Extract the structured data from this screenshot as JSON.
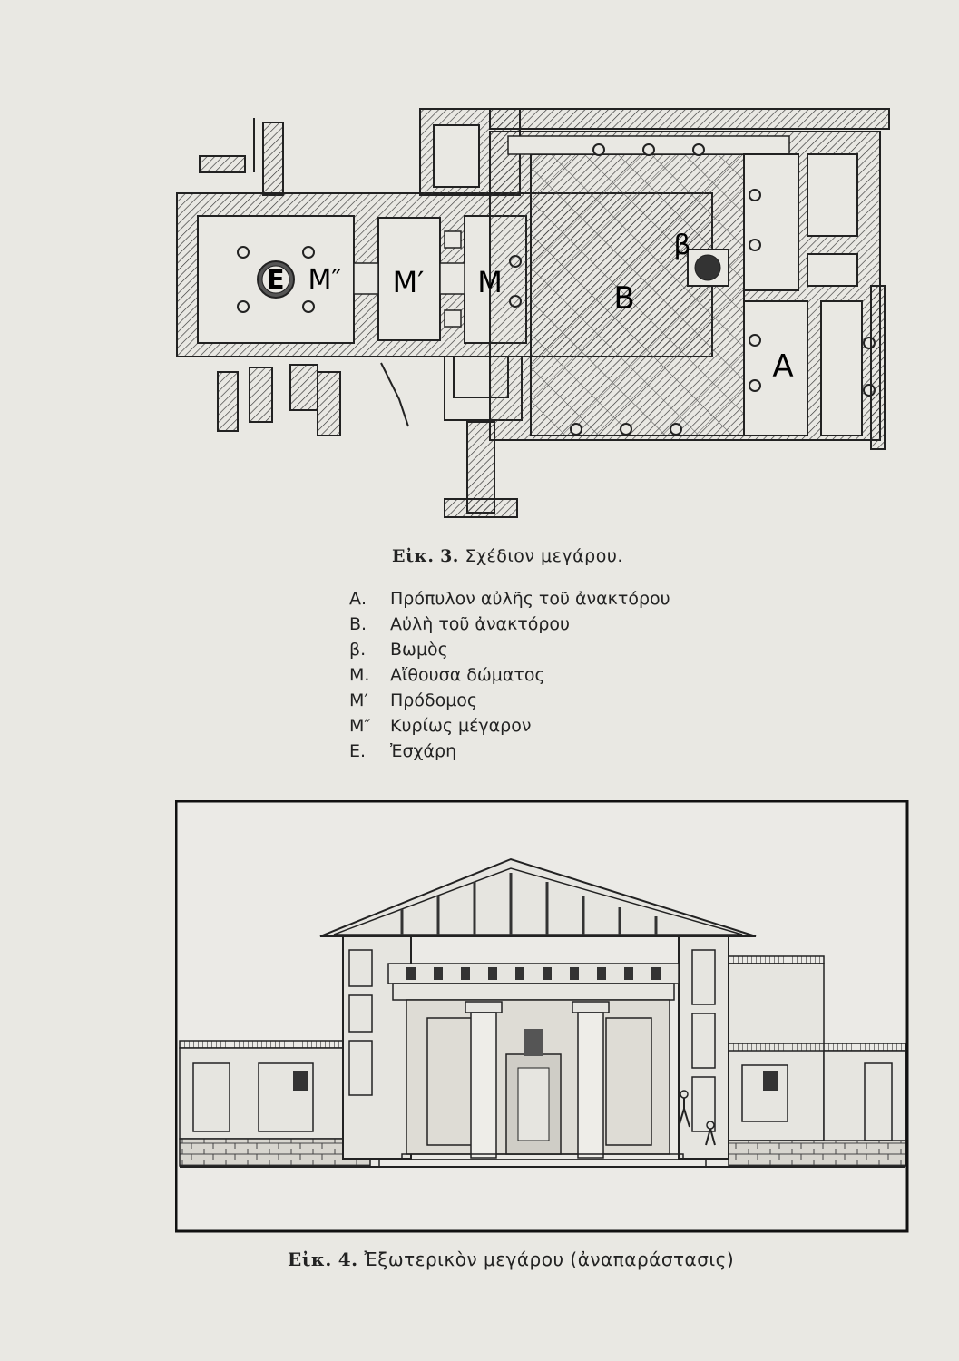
{
  "figure3": {
    "prefix": "Εἰκ.",
    "number": "3.",
    "title": "Σχέδιον μεγάρου.",
    "plan_labels": {
      "E": "Ε",
      "M2": "Μ″",
      "M1": "Μ′",
      "M": "Μ",
      "B": "Β",
      "beta": "β",
      "A": "Α"
    }
  },
  "legend": [
    {
      "key": "Α.",
      "text": "Πρόπυλον αὐλῆς τοῦ ἀνακτόρου"
    },
    {
      "key": "Β.",
      "text": "Αὐλὴ τοῦ ἀνακτόρου"
    },
    {
      "key": "β.",
      "text": "Βωμὸς"
    },
    {
      "key": "Μ.",
      "text": "Αἴθουσα δώματος"
    },
    {
      "key": "Μ′",
      "text": "Πρόδομος"
    },
    {
      "key": "Μ″",
      "text": "Κυρίως μέγαρον"
    },
    {
      "key": "Ε.",
      "text": "Ἐσχάρη"
    }
  ],
  "figure4": {
    "prefix": "Εἰκ.",
    "number": "4.",
    "title": "Ἐξωτερικὸν μεγάρου (ἀναπαράστασις)"
  }
}
